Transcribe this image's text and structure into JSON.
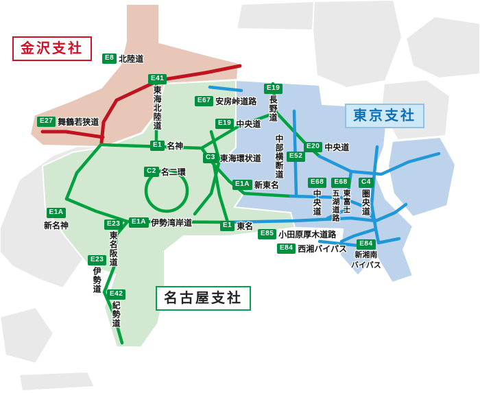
{
  "colors": {
    "road-green": "#00a13e",
    "road-blue": "#2097d8",
    "road-red": "#c01320",
    "badge-green": "#008f3e",
    "region-gray": "#e9e9e9",
    "region-pink": "#e8c7b8",
    "region-green": "#d2e8d0",
    "region-blue": "#bdd3eb",
    "kanazawa-accent": "#cf1126",
    "tokyo-accent": "#0a6fb8",
    "tokyo-bg": "#cfe8f7",
    "nagoya-accent": "#00a24d"
  },
  "branches": {
    "kanazawa": {
      "label": "金沢支社"
    },
    "tokyo": {
      "label": "東京支社"
    },
    "nagoya": {
      "label": "名古屋支社"
    }
  },
  "roads": {
    "hokuriku": {
      "badge": "E8",
      "name": "北陸道"
    },
    "tokai_hokuriku": {
      "badge": "E41",
      "name": "東海北陸道"
    },
    "maizuru_wakasa": {
      "badge": "E27",
      "name": "舞鶴若狭道"
    },
    "abo_toge": {
      "badge": "E67",
      "name": "安房峠道路"
    },
    "nagano": {
      "badge": "E19",
      "name": "長野道"
    },
    "chuo_west": {
      "badge": "E19",
      "name": "中央道"
    },
    "meishin": {
      "badge": "E1",
      "name": "名神"
    },
    "tokai_kanjo": {
      "badge": "C3",
      "name": "東海環状道"
    },
    "chuo_e20": {
      "badge": "E20",
      "name": "中央道"
    },
    "mei_nikan": {
      "badge": "C2",
      "name": "名二環"
    },
    "chubu_odan": {
      "badge": "E52",
      "name": "中部横断道"
    },
    "shin_tomei": {
      "badge": "E1A",
      "name": "新東名"
    },
    "chuo_fujiyoshida": {
      "badge": "E68",
      "name": "中央道"
    },
    "higashi_fuji_goko": {
      "badge": "E68",
      "name_line1": "東富士",
      "name_line2": "五湖道路"
    },
    "kenodo": {
      "badge": "C4",
      "name": "圏央道"
    },
    "shin_meishin": {
      "badge": "E1A",
      "name": "新名神"
    },
    "higashi_meihan": {
      "badge": "E23",
      "name": "東名阪道"
    },
    "isewangan": {
      "badge": "E1A",
      "name": "伊勢湾岸道"
    },
    "tomei": {
      "badge": "E1",
      "name": "東名"
    },
    "odawara_atsugi": {
      "badge": "E85",
      "name": "小田原厚木道路"
    },
    "seisho": {
      "badge": "E84",
      "name": "西湘バイパス"
    },
    "shin_shonan": {
      "badge": "E84",
      "name_line1": "新湘南",
      "name_line2": "バイパス"
    },
    "ise": {
      "badge": "E23",
      "name": "伊勢道"
    },
    "kisei": {
      "badge": "E42",
      "name": "紀勢道"
    }
  }
}
